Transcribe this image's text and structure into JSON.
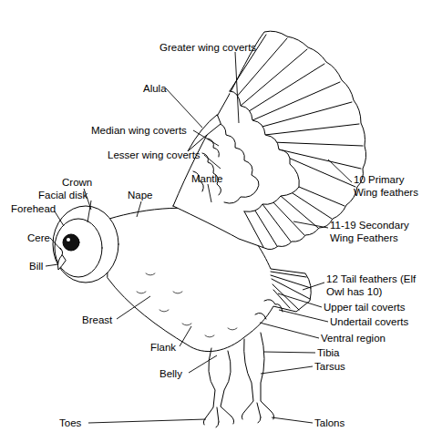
{
  "diagram": {
    "labels": [
      "Greater wing coverts",
      "Alula",
      "Median wing coverts",
      "Lesser wing coverts",
      "Mantle",
      "Crown",
      "Facial disk",
      "Nape",
      "Forehead",
      "Cere",
      "Bill",
      "10 Primary Wing feathers",
      "11-19 Secondary Wing Feathers",
      "12 Tail feathers (Elf Owl has 10)",
      "Upper tail coverts",
      "Undertail coverts",
      "Ventral region",
      "Tibia",
      "Tarsus",
      "Breast",
      "Flank",
      "Belly",
      "Toes",
      "Talons"
    ]
  }
}
